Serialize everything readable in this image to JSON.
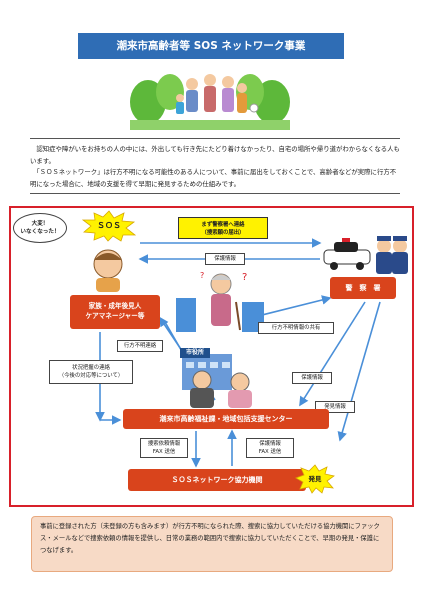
{
  "title": "潮来市高齢者等 SOS ネットワーク事業",
  "intro": {
    "line1": "認知症や障がいをお持ちの人の中には、外出しても行き先にたどり着けなかったり、自宅の場所や帰り道がわからなくなる人もいます。",
    "line2": "「ＳＯＳネットワーク」は行方不明になる可能性のある人について、事前に届出をしておくことで、高齢者などが実際に行方不明になった場合に、地域の支援を得て早期に発見するための仕組みです。"
  },
  "diagram": {
    "cloud_text_1": "大変！",
    "cloud_text_2": "いなくなった！",
    "sos": "ＳＯＳ",
    "report_1": "まず警察署へ連絡",
    "report_2": "（捜索願の届出）",
    "protect_info": "保護情報",
    "family_1": "家族・成年後見人",
    "family_2": "ケアマネージャー等",
    "police": "警　察　署",
    "share": "行方不明情報の共有",
    "missing_contact": "行方不明連絡",
    "status_1": "状況把握の連絡",
    "status_2": "（今後の対応等について）",
    "city_office": "市役所",
    "discover_info": "発見情報",
    "center": "潮来市高齢福祉課・地域包括支援センター",
    "search_1": "捜索依頼情報",
    "search_2": "FAX 送信",
    "protect3_1": "保護情報",
    "protect3_2": "FAX 送信",
    "network": "ＳＯＳネットワーク協力機関",
    "discovery": "発見"
  },
  "bottom": "事前に登録された方（未登録の方も含みます）が行方不明になられた際、捜索に協力していただける協力機関にファックス・メールなどで捜索依頼の情報を提供し、日常の業務の範囲内で捜索に協力していただくことで、早期の発見・保護につなげます。",
  "colors": {
    "banner": "#2f6db5",
    "node": "#d9441c",
    "frame": "#d8202a",
    "highlight": "#fff200",
    "bottom_bg": "#f7dac6"
  }
}
